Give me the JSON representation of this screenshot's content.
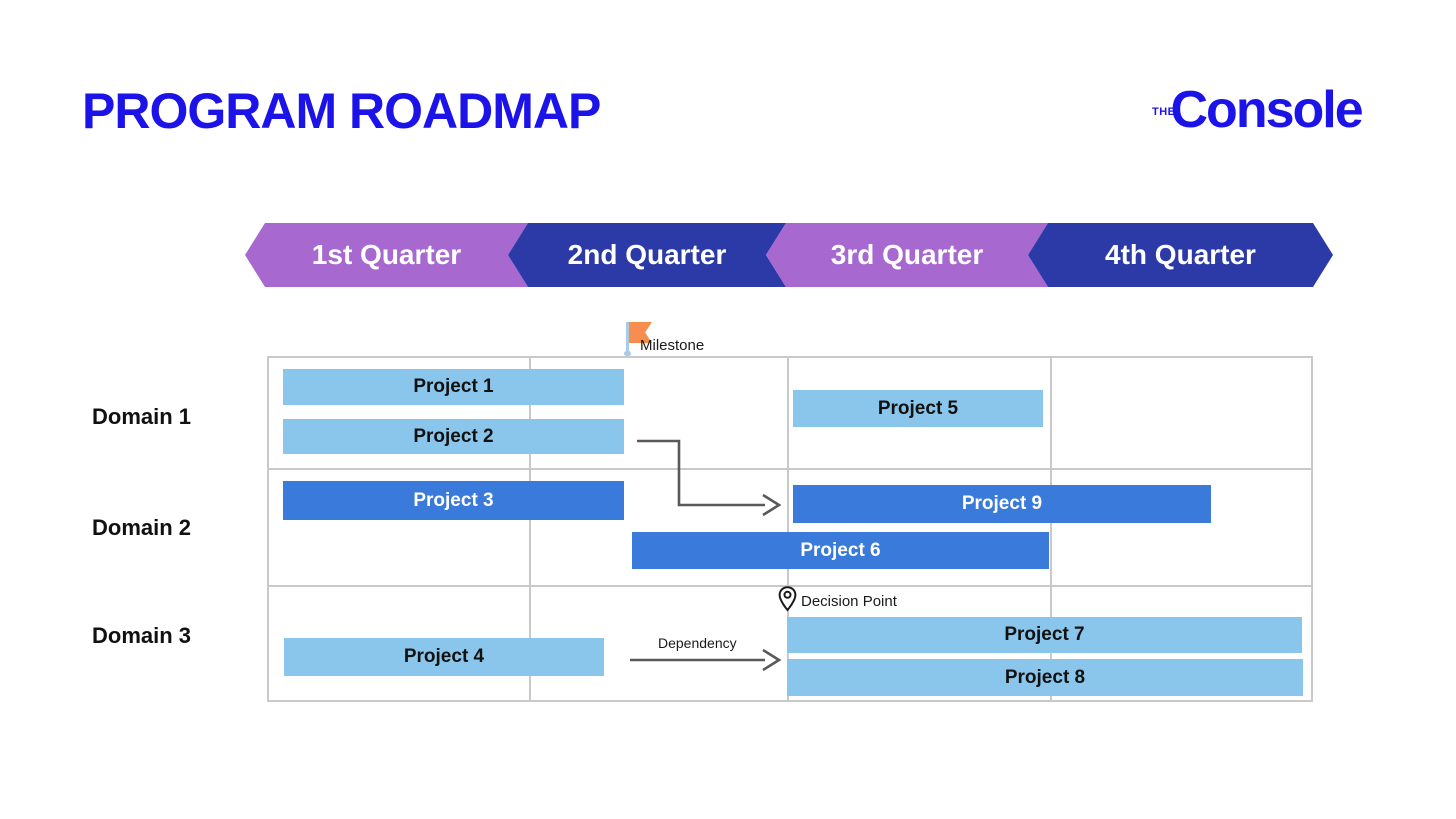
{
  "header": {
    "title": "PROGRAM ROADMAP",
    "logo": {
      "prefix": "THE",
      "name": "Console"
    }
  },
  "timeline": {
    "quarters": [
      {
        "label": "1st Quarter",
        "color": "#a768d0"
      },
      {
        "label": "2nd Quarter",
        "color": "#2b3aa6"
      },
      {
        "label": "3rd Quarter",
        "color": "#a768d0"
      },
      {
        "label": "4th Quarter",
        "color": "#2b3aa6"
      }
    ]
  },
  "domains": [
    {
      "label": "Domain 1"
    },
    {
      "label": "Domain 2"
    },
    {
      "label": "Domain 3"
    }
  ],
  "projects": [
    {
      "label": "Project 1",
      "domain": "Domain 1",
      "style": "light"
    },
    {
      "label": "Project 2",
      "domain": "Domain 1",
      "style": "light"
    },
    {
      "label": "Project 3",
      "domain": "Domain 2",
      "style": "dark"
    },
    {
      "label": "Project 4",
      "domain": "Domain 3",
      "style": "light"
    },
    {
      "label": "Project 5",
      "domain": "Domain 1",
      "style": "light"
    },
    {
      "label": "Project 6",
      "domain": "Domain 2",
      "style": "dark"
    },
    {
      "label": "Project 7",
      "domain": "Domain 3",
      "style": "light"
    },
    {
      "label": "Project 8",
      "domain": "Domain 3",
      "style": "light"
    },
    {
      "label": "Project 9",
      "domain": "Domain 2",
      "style": "dark"
    }
  ],
  "annotations": {
    "milestone": {
      "label": "Milestone"
    },
    "decision_point": {
      "label": "Decision Point"
    },
    "dependency": {
      "label": "Dependency"
    }
  },
  "colors": {
    "accent_blue": "#1c13e8",
    "quarter_purple": "#a768d0",
    "quarter_navy": "#2b3aa6",
    "bar_light_blue": "#8ac6eb",
    "bar_dark_blue": "#3a7ada",
    "grid_line": "#c9c9c9",
    "connector_gray": "#58595b",
    "flag_orange": "#f78e4e",
    "flag_pole": "#aacbe3"
  }
}
